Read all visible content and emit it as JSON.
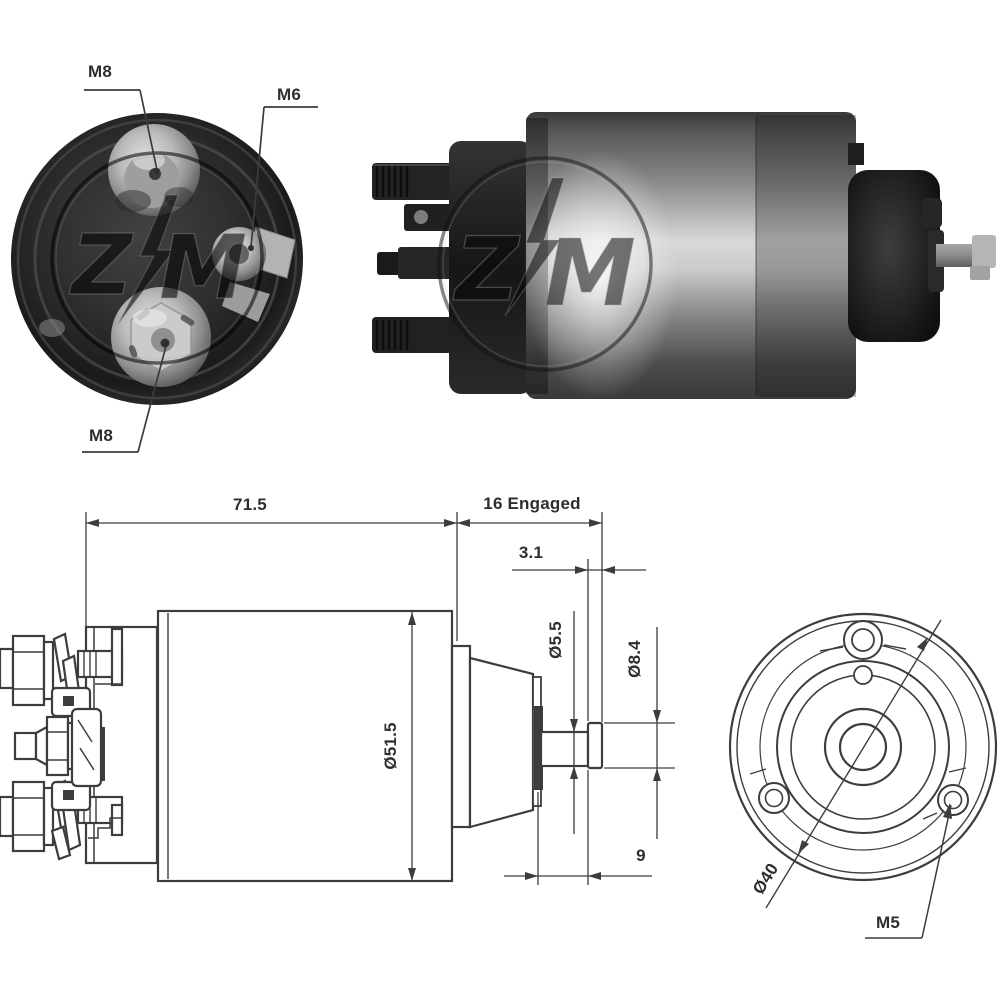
{
  "watermark": {
    "letter_z": "Z",
    "letter_m": "M"
  },
  "rear_view": {
    "label_terminal_top": "M8",
    "label_terminal_side": "M6",
    "label_terminal_bottom": "M8"
  },
  "side_view": {
    "dim_overall_length": "71.5",
    "dim_engaged": "16 Engaged",
    "dim_cap_thickness": "3.1",
    "dim_rod_diameter": "Ø5.5",
    "dim_cap_diameter": "Ø8.4",
    "dim_body_diameter": "Ø51.5",
    "dim_tip_length": "9"
  },
  "front_view": {
    "dim_bolt_circle": "Ø40",
    "label_mount_thread": "M5"
  }
}
